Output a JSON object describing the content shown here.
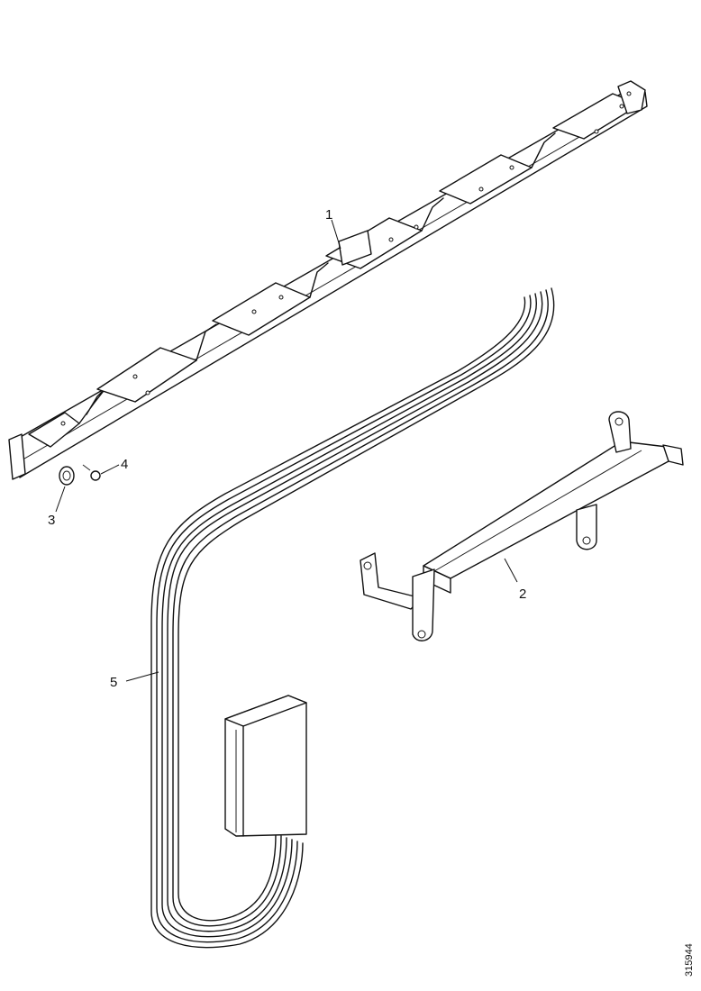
{
  "figure": {
    "document_number": "315944"
  },
  "callouts": [
    {
      "id": "1",
      "label": "1"
    },
    {
      "id": "2",
      "label": "2"
    },
    {
      "id": "3",
      "label": "3"
    },
    {
      "id": "4",
      "label": "4"
    },
    {
      "id": "5",
      "label": "5"
    }
  ]
}
